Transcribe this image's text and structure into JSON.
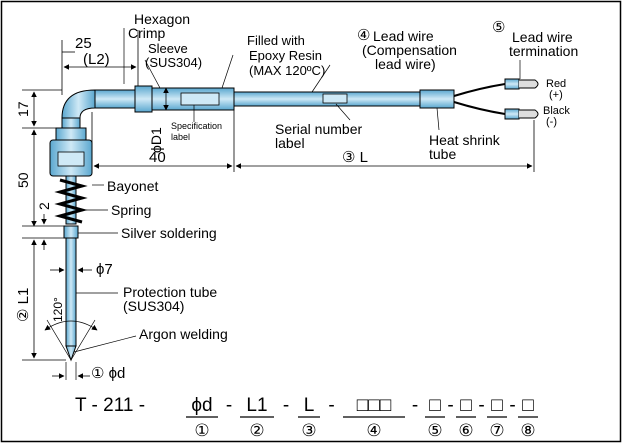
{
  "labels": {
    "hexagon": "Hexagon",
    "crimp": "Crimp",
    "sleeve": "Sleeve",
    "sleeve_material": "(SUS304)",
    "filled_with": "Filled with",
    "epoxy_resin": "Epoxy Resin",
    "max_temp": "(MAX 120ºC)",
    "lead_wire_num": "④",
    "lead_wire": "Lead wire",
    "compensation": "(Compensation",
    "lead_wire_close": "lead wire)",
    "termination_num": "⑤",
    "termination_1": "Lead wire",
    "termination_2": "termination",
    "red": "Red",
    "red_sign": "(+)",
    "black": "Black",
    "black_sign": "(-)",
    "spec_label_1": "Specification",
    "spec_label_2": "label",
    "serial_1": "Serial number",
    "serial_2": "label",
    "heat_shrink_1": "Heat shrink",
    "heat_shrink_2": "tube",
    "bayonet": "Bayonet",
    "spring": "Spring",
    "silver_soldering": "Silver soldering",
    "phi7": "ϕ7",
    "protection_tube": "Protection tube",
    "protection_material": "(SUS304)",
    "argon_welding": "Argon welding",
    "phi_d": "① ϕd",
    "angle": "120°"
  },
  "dimensions": {
    "d25": "25",
    "l2": "(L2)",
    "d17": "17",
    "d50": "50",
    "d2": "2",
    "d40": "40",
    "phi_d1": "ϕD1",
    "l": "③ L",
    "l1": "② L1"
  },
  "model_code": {
    "prefix": "T - 211 -",
    "parts": [
      {
        "text": "ϕd",
        "num": "①"
      },
      {
        "text": "L1",
        "num": "②"
      },
      {
        "text": "L",
        "num": "③"
      },
      {
        "text": "□□□",
        "num": "④"
      },
      {
        "text": "□",
        "num": "⑤"
      },
      {
        "text": "□",
        "num": "⑥"
      },
      {
        "text": "□",
        "num": "⑦"
      },
      {
        "text": "□",
        "num": "⑧"
      }
    ]
  },
  "colors": {
    "part_fill": "#9ccfe8",
    "part_dark": "#5aa7cf",
    "stroke": "#000000",
    "frame": "#000000"
  }
}
